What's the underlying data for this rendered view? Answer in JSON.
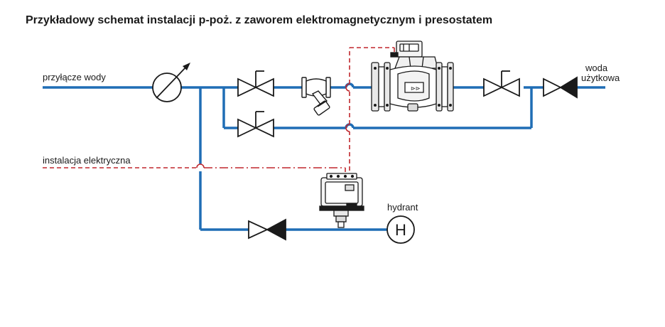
{
  "title": "Przykładowy schemat instalacji p-poż. z zaworem elektromagnetycznym i presostatem",
  "labels": {
    "water_inlet": "przyłącze wody",
    "electrical": "instalacja elektryczna",
    "utility_water_line1": "woda",
    "utility_water_line2": "użytkowa",
    "hydrant": "hydrant",
    "hydrant_symbol": "H"
  },
  "colors": {
    "pipe": "#1f6db5",
    "electric": "#c0272d",
    "symbol": "#1a1a1a"
  }
}
